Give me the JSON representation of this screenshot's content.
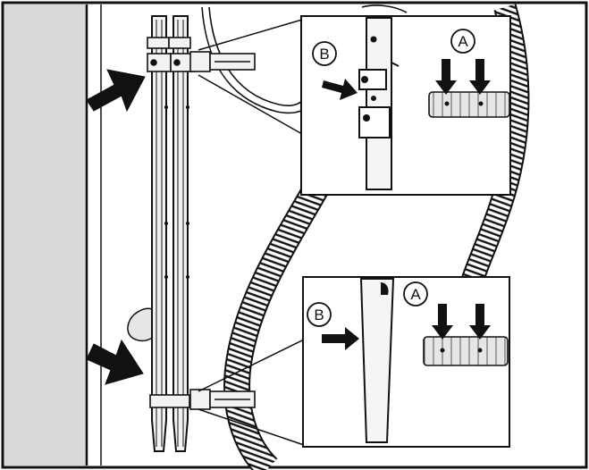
{
  "figure": {
    "labels": {
      "top_panel": {
        "letter_b": "B",
        "letter_a": "A"
      },
      "bottom_panel": {
        "letter_b": "B",
        "letter_a": "A"
      }
    },
    "colors": {
      "outline": "#111111",
      "wall_shade": "#d9d9d9",
      "arrow_fill": "#111111",
      "part_fill": "#f2f2f2",
      "tube_shade": "#cfcfcf",
      "background": "#ffffff"
    }
  }
}
